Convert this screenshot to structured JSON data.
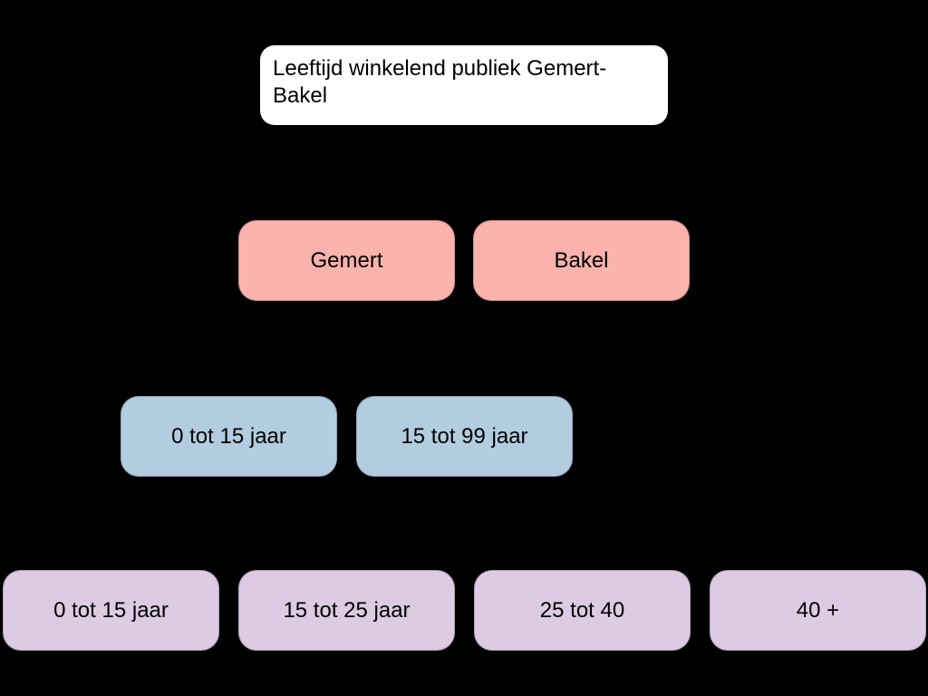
{
  "canvas": {
    "background": "#000000"
  },
  "diagram": {
    "title": {
      "text": "Leeftijd winkelend publiek Gemert-Bakel",
      "bg": "#ffffff",
      "text_color": "#000000"
    },
    "levels": [
      {
        "name": "municipalities",
        "color": "#fab2ac",
        "nodes": [
          {
            "label": "Gemert"
          },
          {
            "label": "Bakel"
          }
        ]
      },
      {
        "name": "age-split",
        "color": "#b2cce0",
        "nodes": [
          {
            "label": "0 tot 15 jaar"
          },
          {
            "label": "15 tot 99 jaar"
          }
        ]
      },
      {
        "name": "age-groups",
        "color": "#dccbe2",
        "nodes": [
          {
            "label": "0 tot 15 jaar"
          },
          {
            "label": "15 tot 25 jaar"
          },
          {
            "label": "25 tot 40"
          },
          {
            "label": "40 +"
          }
        ]
      }
    ]
  }
}
